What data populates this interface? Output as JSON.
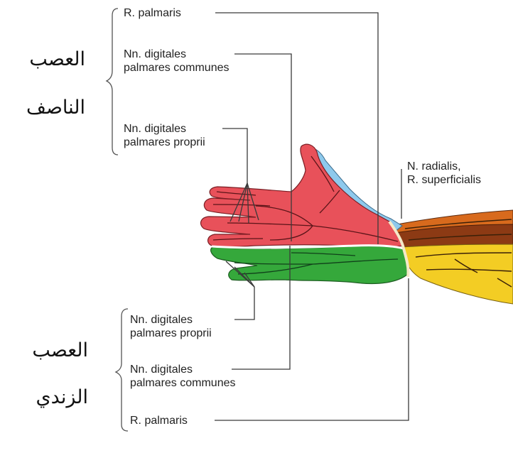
{
  "colors": {
    "median": "#e8515a",
    "ulnar": "#35a83b",
    "radial": "#8ec9ec",
    "forearm_brown": "#8c3a14",
    "forearm_orange": "#d86a1d",
    "forearm_yellow": "#f3cd24",
    "leader_line": "#3a3a3a"
  },
  "median_nerve": {
    "arabic_label_line1": "العصب",
    "arabic_label_line2": "الناصف",
    "r_palmaris": "R. palmaris",
    "communes_line1": "Nn. digitales",
    "communes_line2": "palmares communes",
    "proprii_line1": "Nn. digitales",
    "proprii_line2": "palmares proprii"
  },
  "radial_nerve": {
    "line1": "N. radialis,",
    "line2": "R. superficialis"
  },
  "ulnar_nerve": {
    "arabic_label_line1": "العصب",
    "arabic_label_line2": "الزندي",
    "proprii_line1": "Nn. digitales",
    "proprii_line2": "palmares proprii",
    "communes_line1": "Nn. digitales",
    "communes_line2": "palmares communes",
    "r_palmaris": "R. palmaris"
  }
}
